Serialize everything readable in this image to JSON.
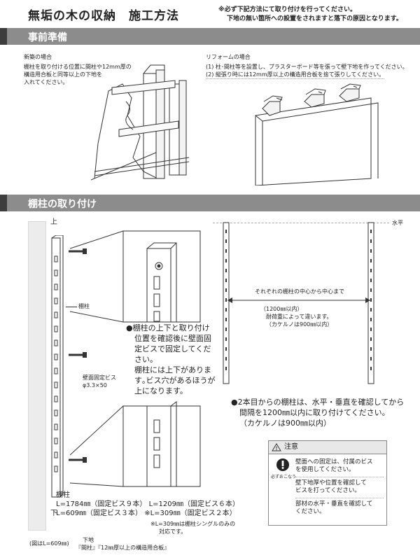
{
  "header": {
    "title": "無垢の木の収納　施工方法",
    "note_line1": "※必ず下記方法にて取り付けを行ってください。",
    "note_line2": "下地の無い箇所への設置をされますと落下の原因となります。"
  },
  "section1": {
    "heading": "事前準備",
    "new_title": "新築の場合",
    "new_text1": "棚柱を取り付ける位置に間柱や12mm厚の",
    "new_text2": "構造用合板と同等以上の下地を",
    "new_text3": "入れてください。",
    "reform_title": "リフォームの場合",
    "reform_item1": "(1) 柱･間柱等を設置し、プラスターボード等を張って壁下地を作ってください。",
    "reform_item2": "(2) 縦張り時には12mm厚以上の構造用合板を捨て張りしてください。"
  },
  "section2": {
    "heading": "棚柱の取り付け",
    "label_top": "上",
    "label_bottom": "下",
    "label_post": "棚柱",
    "screw_label1": "壁面固定ビス",
    "screw_label2": "φ3.3×50",
    "figure_note": "(図はL=609㎜)",
    "base_label": "下地",
    "base_detail": "『間柱』『12㎜厚以上の構造用合板』",
    "desc1_line1": "●棚柱の上下と取り付け",
    "desc1_line2": "位置を確認後に壁面固",
    "desc1_line3": "定ビスで固定してくだ",
    "desc1_line4": "さい。",
    "desc1_line5": "棚柱には上下がありま",
    "desc1_line6": "す｡ビス穴があるほうが",
    "desc1_line7": "上になります。",
    "spec_title": "棚柱",
    "spec_line1": "L=1784㎜（固定ビス９本） L=1209㎜（固定ビス６本）",
    "spec_line2": "L=609㎜（固定ビス３本）  ※L=309㎜（固定ビス２本）",
    "spec_note1": "※L=309㎜は棚柱シングルのみの",
    "spec_note2": "対応です。",
    "level_label": "水平",
    "center_label": "それぞれの棚柱の中心から中心まで",
    "interval1": "（1200㎜以内）",
    "interval2": "耐荷重によって違います。",
    "interval3": "（カケルノは900㎜以内）",
    "desc2_line1": "●2本目からの棚柱は、水平・垂直を確認してから",
    "desc2_line2": "間隔を1200㎜以内に取り付けてください。",
    "desc2_line3": "（カケルノは900㎜以内）"
  },
  "caution": {
    "title": "注意",
    "icon_label": "必ずおこなう",
    "item1_line1": "壁面への固定は、付属のビス",
    "item1_line2": "を使用してください。",
    "item2_line1": "壁下地厚や位置を確認して",
    "item2_line2": "ビスを打ってください。",
    "item3_line1": "部材の水平・垂直を確認して",
    "item3_line2": "ください。"
  }
}
